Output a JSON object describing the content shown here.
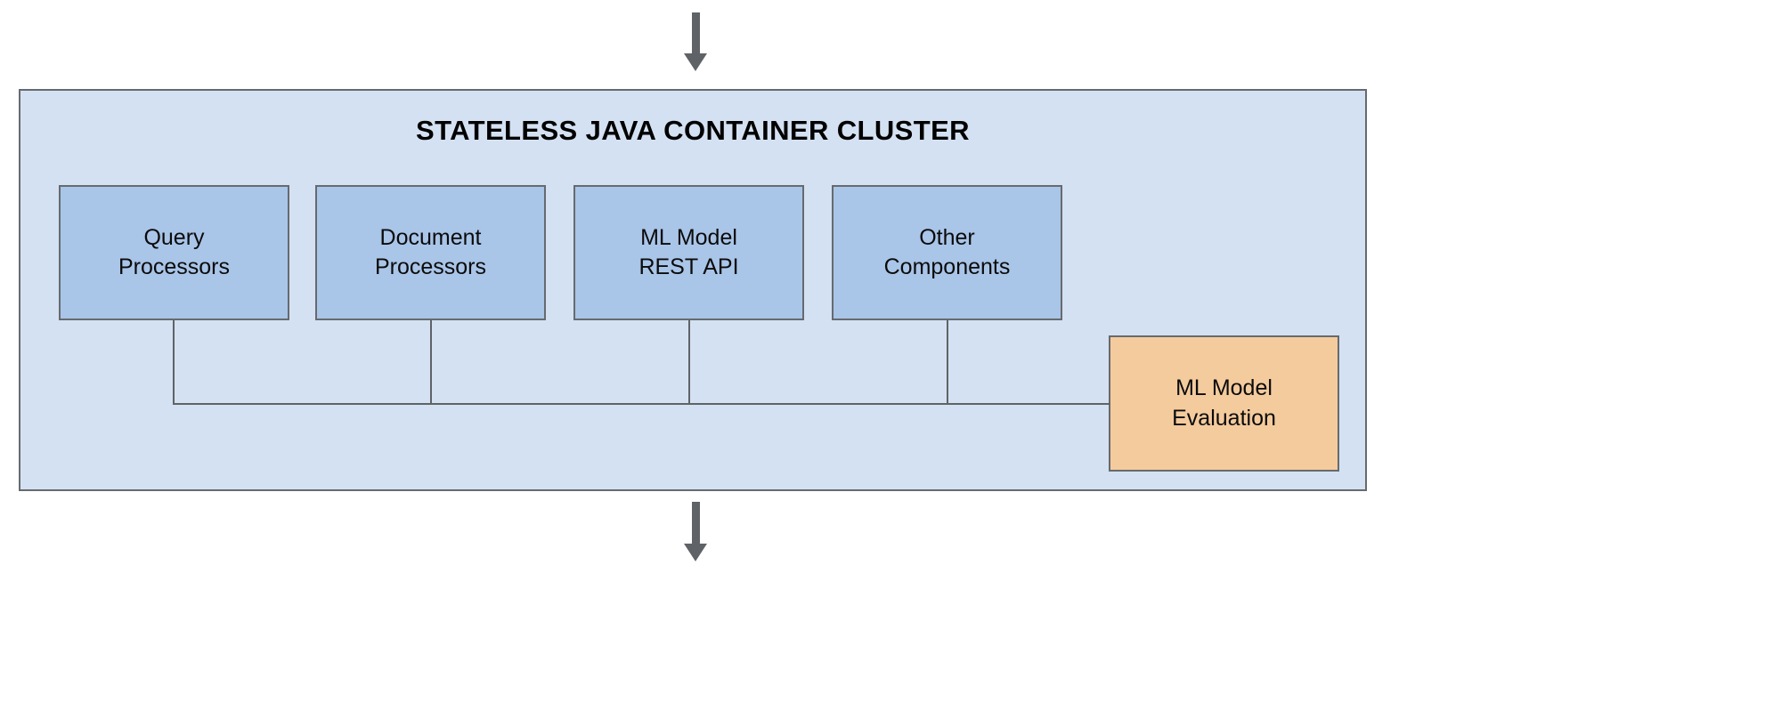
{
  "diagram": {
    "title": "STATELESS JAVA CONTAINER CLUSTER",
    "inbound_arrow_name": "inbound-flow-arrow",
    "outbound_arrow_name": "outbound-flow-arrow",
    "components": [
      {
        "id": "query-processors",
        "label": "Query\nProcessors"
      },
      {
        "id": "document-processors",
        "label": "Document\nProcessors"
      },
      {
        "id": "ml-model-rest-api",
        "label": "ML Model\nREST API"
      },
      {
        "id": "other-components",
        "label": "Other\nComponents"
      }
    ],
    "evaluation": {
      "id": "ml-model-evaluation",
      "label": "ML Model\nEvaluation"
    },
    "colors": {
      "cluster_fill": "#d4e1f2",
      "component_fill": "#a9c5e8",
      "evaluation_fill": "#f4cb9d",
      "border": "#666a6e",
      "connector": "#5f6368",
      "arrow": "#5f6368",
      "text": "#000000"
    }
  }
}
